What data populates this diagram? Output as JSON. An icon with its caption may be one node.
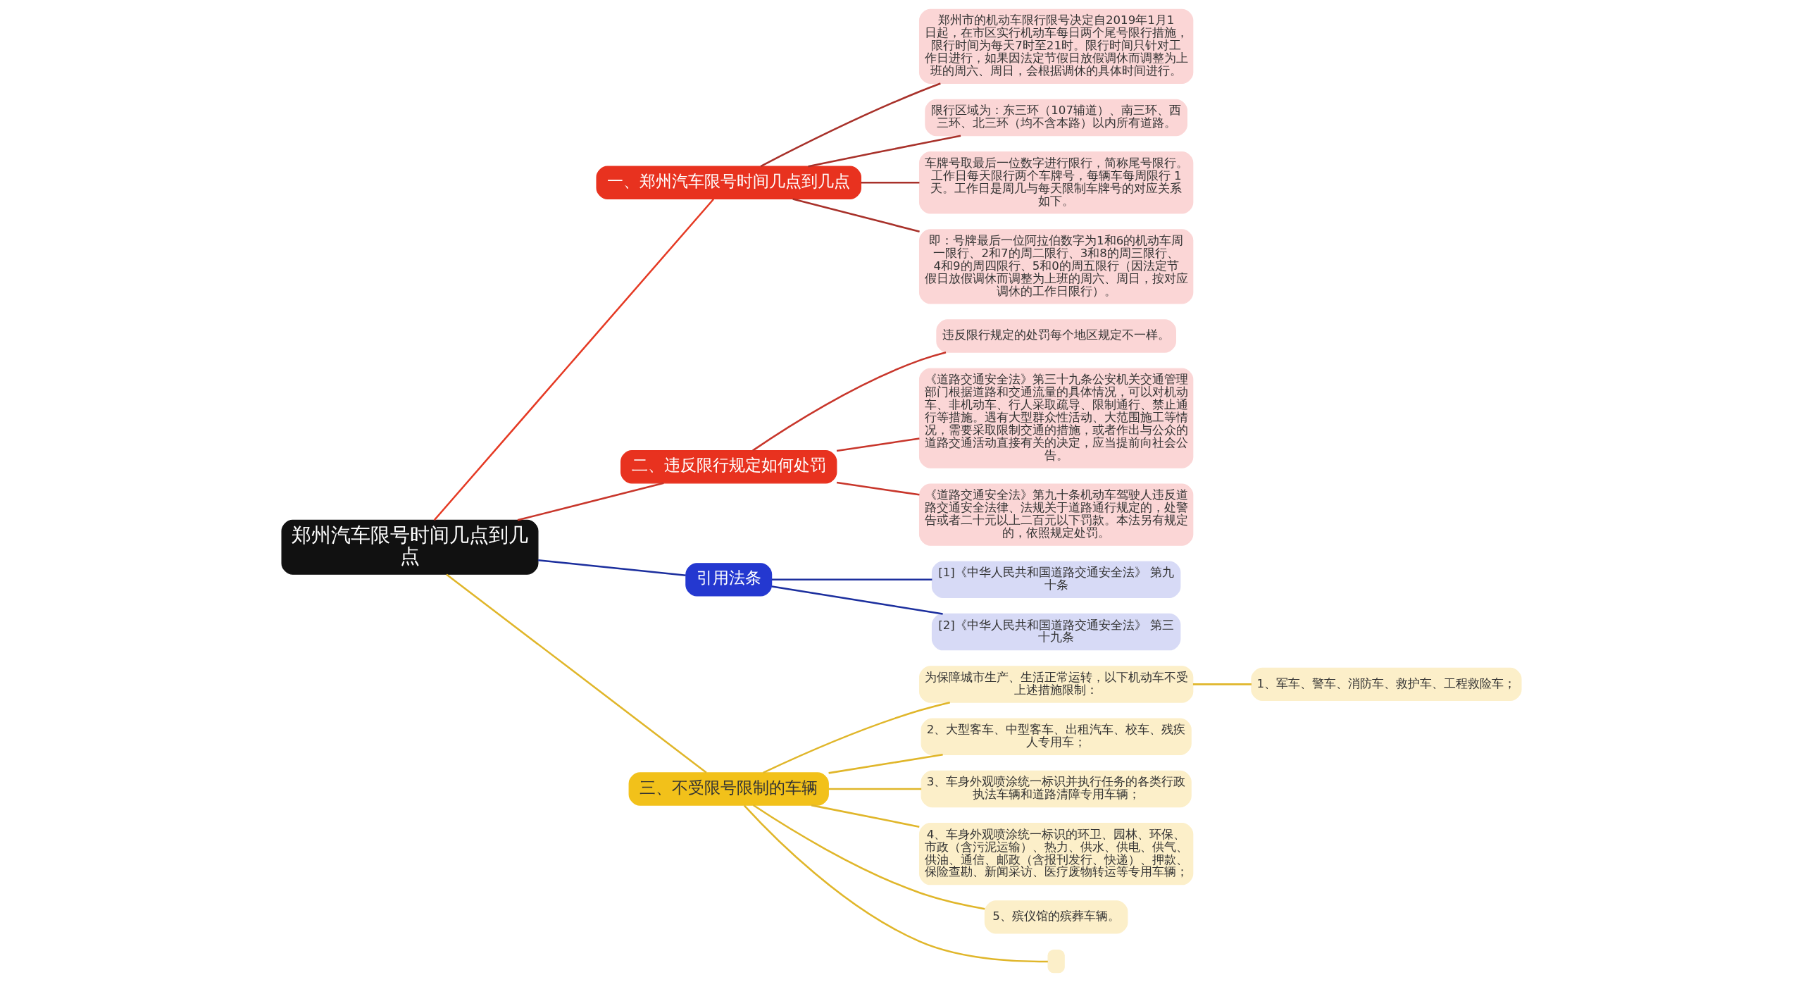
{
  "diagram": {
    "nodes": [
      {
        "text": [
          "郑州汽车限号时间几点到几点"
        ]
      },
      {
        "text": [
          "一、郑州汽车限号时间几点到几点"
        ]
      },
      {
        "text": [
          "郑州市的机动车限行限号决定自2019年1月1日起，在市区实行机动车每日两个尾号限行措施，限行时间为每天7时至21时。限行时间只针对工作日进行，如果因法定节假日放假调休而调整为上班的周六、周日，会根据调休的具体时间进行。"
        ]
      },
      {
        "text": [
          "限行区域为：东三环（107辅道）、南三环、西三环、北三环（均不含本路）以内所有道路。"
        ]
      },
      {
        "text": [
          "车牌号取最后一位数字进行限行，简称尾号限行。工作日每天限行两个车牌号，每辆车每周限行 1 天。工作日是周几与每天限制车牌号的对应关系如下。"
        ]
      },
      {
        "text": [
          "即：号牌最后一位阿拉伯数字为1和6的机动车周一限行、2和7的周二限行、3和8的周三限行、4和9的周四限行、5和0的周五限行（因法定节假日放假调休而调整为上班的周六、周日，按对应调休的工作日限行）。"
        ]
      },
      {
        "text": [
          "二、违反限行规定如何处罚"
        ]
      },
      {
        "text": [
          "违反限行规定的处罚每个地区规定不一样。"
        ]
      },
      {
        "text": [
          "《道路交通安全法》第三十九条公安机关交通管理部门根据道路和交通流量的具体情况，可以对机动车、非机动车、行人采取疏导、限制通行、禁止通行等措施。遇有大型群众性活动、大范围施工等情况，需要采取限制交通的措施，或者作出与公众的道路交通活动直接有关的决定，应当提前向社会公告。"
        ]
      },
      {
        "text": [
          "《道路交通安全法》第九十条机动车驾驶人违反道路交通安全法律、法规关于道路通行规定的，处警告或者二十元以上二百元以下罚款。本法另有规定的，依照规定处罚。"
        ]
      },
      {
        "text": [
          "引用法条"
        ]
      },
      {
        "text": [
          "[1]《中华人民共和国道路交通安全法》 第九十条"
        ]
      },
      {
        "text": [
          "[2]《中华人民共和国道路交通安全法》 第三十九条"
        ]
      },
      {
        "text": [
          "三、不受限号限制的车辆"
        ]
      },
      {
        "text": [
          "为保障城市生产、生活正常运转，以下机动车不受上述措施限制："
        ]
      },
      {
        "text": [
          "1、军车、警车、消防车、救护车、工程救险车；"
        ]
      },
      {
        "text": [
          "2、大型客车、中型客车、出租汽车、校车、残疾人专用车；"
        ]
      },
      {
        "text": [
          "3、车身外观喷涂统一标识并执行任务的各类行政执法车辆和道路清障专用车辆；"
        ]
      },
      {
        "text": [
          "4、车身外观喷涂统一标识的环卫、园林、环保、市政（含污泥运输）、热力、供水、供电、供气、供油、通信、邮政（含报刊发行、快递）、押款、保险查勘、新闻采访、医疗废物转运等专用车辆；"
        ]
      },
      {
        "text": [
          "5、殡仪馆的殡葬车辆。"
        ]
      },
      {
        "text": [],
        "shape": "box"
      }
    ],
    "edges": [
      {
        "from": 0,
        "to": 1,
        "arrow": "none",
        "color": "#e53a24"
      },
      {
        "from": 1,
        "to": 2,
        "arrow": "none",
        "color": "#a8312a"
      },
      {
        "from": 1,
        "to": 3,
        "arrow": "none",
        "color": "#a8312a"
      },
      {
        "from": 1,
        "to": 4,
        "arrow": "none",
        "color": "#a8312a"
      },
      {
        "from": 1,
        "to": 5,
        "arrow": "none",
        "color": "#a8312a"
      },
      {
        "from": 0,
        "to": 6,
        "arrow": "none",
        "color": "#c8362b"
      },
      {
        "from": 6,
        "to": 7,
        "arrow": "none",
        "color": "#c8362b"
      },
      {
        "from": 6,
        "to": 8,
        "arrow": "none",
        "color": "#c8362b"
      },
      {
        "from": 6,
        "to": 9,
        "arrow": "none",
        "color": "#c8362b"
      },
      {
        "from": 0,
        "to": 10,
        "arrow": "none",
        "color": "#1c2f9e"
      },
      {
        "from": 10,
        "to": 11,
        "arrow": "none",
        "color": "#1c2f9e"
      },
      {
        "from": 10,
        "to": 12,
        "arrow": "none",
        "color": "#1c2f9e"
      },
      {
        "from": 0,
        "to": 13,
        "arrow": "none"
      },
      {
        "from": 13,
        "to": 14,
        "arrow": "none"
      },
      {
        "from": 14,
        "to": 15,
        "arrow": "none"
      },
      {
        "from": 13,
        "to": 16,
        "arrow": "none"
      },
      {
        "from": 13,
        "to": 17,
        "arrow": "none"
      },
      {
        "from": 13,
        "to": 18,
        "arrow": "none"
      },
      {
        "from": 13,
        "to": 19,
        "arrow": "none"
      },
      {
        "from": 13,
        "to": 20,
        "arrow": "none"
      }
    ]
  }
}
